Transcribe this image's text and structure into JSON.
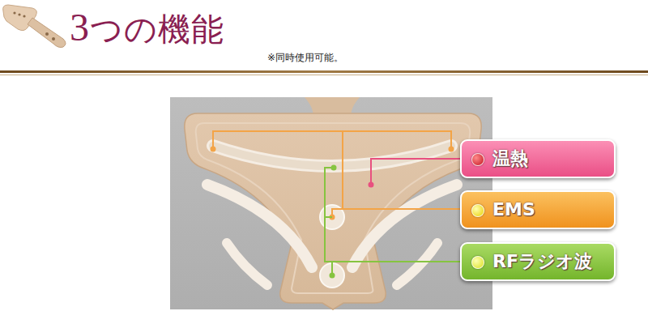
{
  "diagram": {
    "title": "3つの機能",
    "nodes": [
      {
        "text": [
          "温熱"
        ]
      },
      {
        "text": [
          "EMS"
        ]
      },
      {
        "text": [
          "RFラジオ波"
        ]
      }
    ],
    "labels": [
      "※同時使用可能。"
    ]
  }
}
